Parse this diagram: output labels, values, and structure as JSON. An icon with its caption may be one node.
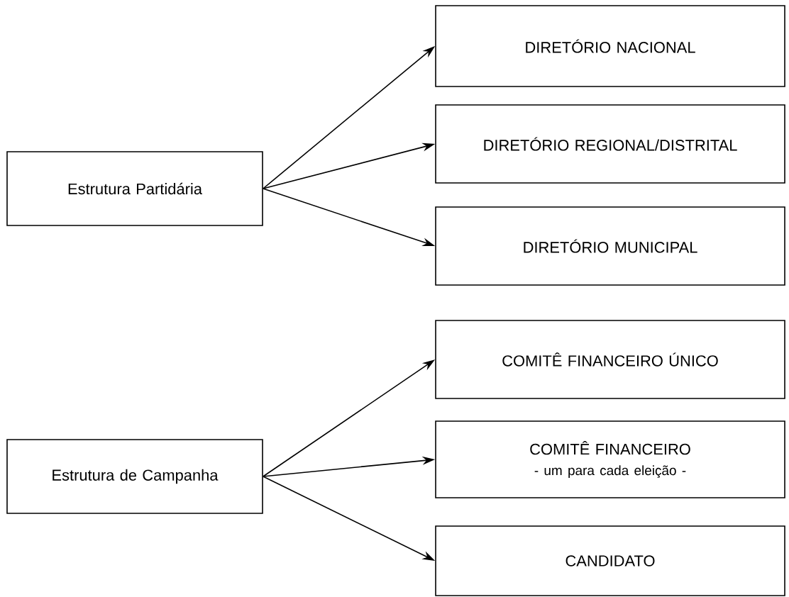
{
  "diagram": {
    "nodes": [
      {
        "text": [
          "Estrutura Partidária"
        ]
      },
      {
        "text": [
          "DIRETÓRIO NACIONAL"
        ]
      },
      {
        "text": [
          "DIRETÓRIO REGIONAL/DISTRITAL"
        ]
      },
      {
        "text": [
          "DIRETÓRIO MUNICIPAL"
        ]
      },
      {
        "text": [
          "Estrutura de Campanha"
        ]
      },
      {
        "text": [
          "COMITÊ FINANCEIRO ÚNICO"
        ]
      },
      {
        "text": [
          "COMITÊ FINANCEIRO",
          "- um para cada eleição -"
        ]
      },
      {
        "text": [
          "CANDIDATO"
        ]
      }
    ],
    "edges": [
      {
        "from": 0,
        "to": 1,
        "arrow": "to"
      },
      {
        "from": 0,
        "to": 2,
        "arrow": "to"
      },
      {
        "from": 0,
        "to": 3,
        "arrow": "to"
      },
      {
        "from": 4,
        "to": 5,
        "arrow": "to"
      },
      {
        "from": 4,
        "to": 6,
        "arrow": "to"
      },
      {
        "from": 4,
        "to": 7,
        "arrow": "to"
      }
    ]
  }
}
